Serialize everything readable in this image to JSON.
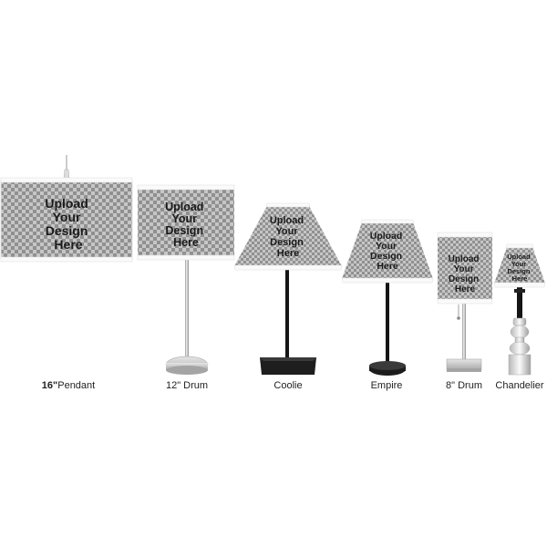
{
  "shade_text": [
    "Upload",
    "Your",
    "Design",
    "Here"
  ],
  "lamps": [
    {
      "label_bold": "16\"",
      "label": "Pendant"
    },
    {
      "label": "12\" Drum"
    },
    {
      "label": "Coolie"
    },
    {
      "label": "Empire"
    },
    {
      "label": "8\" Drum"
    },
    {
      "label": "Chandelier"
    }
  ],
  "colors": {
    "checker_light": "#c4c4c4",
    "checker_dark": "#8e8e8e",
    "trim": "#ffffff",
    "black_base": "#1c1c1c",
    "steel": "#c8c8c8"
  }
}
